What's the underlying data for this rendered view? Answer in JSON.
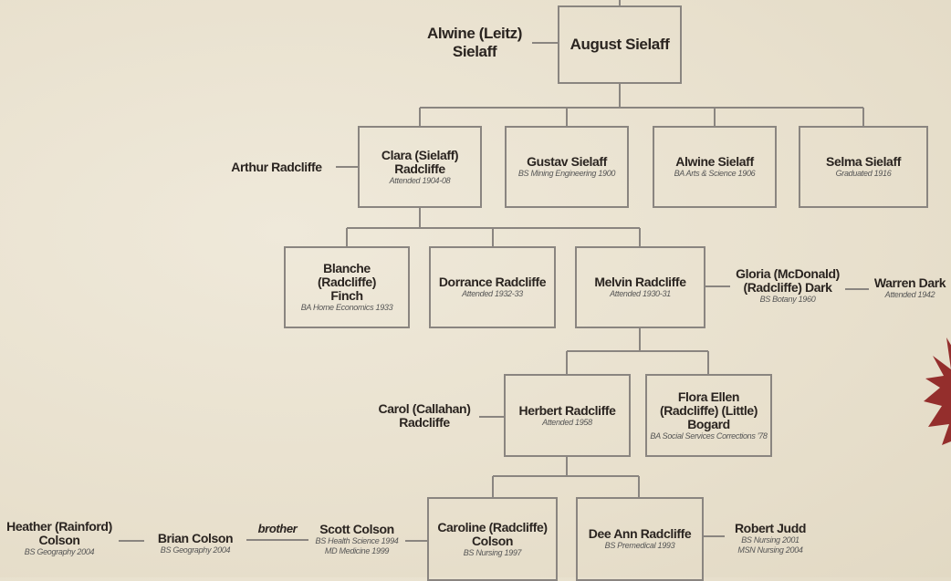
{
  "people": {
    "alwine_leitz": {
      "name": "Alwine (Leitz) Sielaff"
    },
    "august": {
      "name": "August Sielaff"
    },
    "arthur": {
      "name": "Arthur Radcliffe"
    },
    "clara": {
      "name": "Clara (Sielaff) Radcliffe",
      "note": "Attended 1904-08"
    },
    "gustav": {
      "name": "Gustav Sielaff",
      "note": "BS Mining Engineering 1900"
    },
    "alwine": {
      "name": "Alwine Sielaff",
      "note": "BA Arts & Science 1906"
    },
    "selma": {
      "name": "Selma Sielaff",
      "note": "Graduated 1916"
    },
    "blanche": {
      "name": "Blanche (Radcliffe) Finch",
      "note": "BA Home Economics 1933"
    },
    "dorrance": {
      "name": "Dorrance Radcliffe",
      "note": "Attended 1932-33"
    },
    "melvin": {
      "name": "Melvin Radcliffe",
      "note": "Attended 1930-31"
    },
    "gloria": {
      "name": "Gloria (McDonald) (Radcliffe) Dark",
      "note": "BS Botany 1960"
    },
    "warren": {
      "name": "Warren Dark",
      "note": "Attended 1942"
    },
    "carol": {
      "name": "Carol (Callahan) Radcliffe"
    },
    "herbert": {
      "name": "Herbert Radcliffe",
      "note": "Attended 1958"
    },
    "flora": {
      "name": "Flora Ellen (Radcliffe) (Little) Bogard",
      "note": "BA Social Services Corrections '78"
    },
    "heather": {
      "name": "Heather (Rainford) Colson",
      "note": "BS Geography 2004"
    },
    "brian": {
      "name": "Brian Colson",
      "note": "BS Geography 2004"
    },
    "brother_label": "brother",
    "scott": {
      "name": "Scott Colson",
      "note1": "BS Health Science 1994",
      "note2": "MD Medicine 1999"
    },
    "caroline": {
      "name": "Caroline (Radcliffe) Colson",
      "note": "BS Nursing 1997"
    },
    "deeann": {
      "name": "Dee Ann Radcliffe",
      "note": "BS Premedical 1993"
    },
    "robert": {
      "name": "Robert Judd",
      "note1": "BS Nursing 2001",
      "note2": "MSN Nursing 2004"
    }
  },
  "colors": {
    "line": "#8a8580",
    "background": "#ebe4d3",
    "leaf": "#8f2424"
  }
}
